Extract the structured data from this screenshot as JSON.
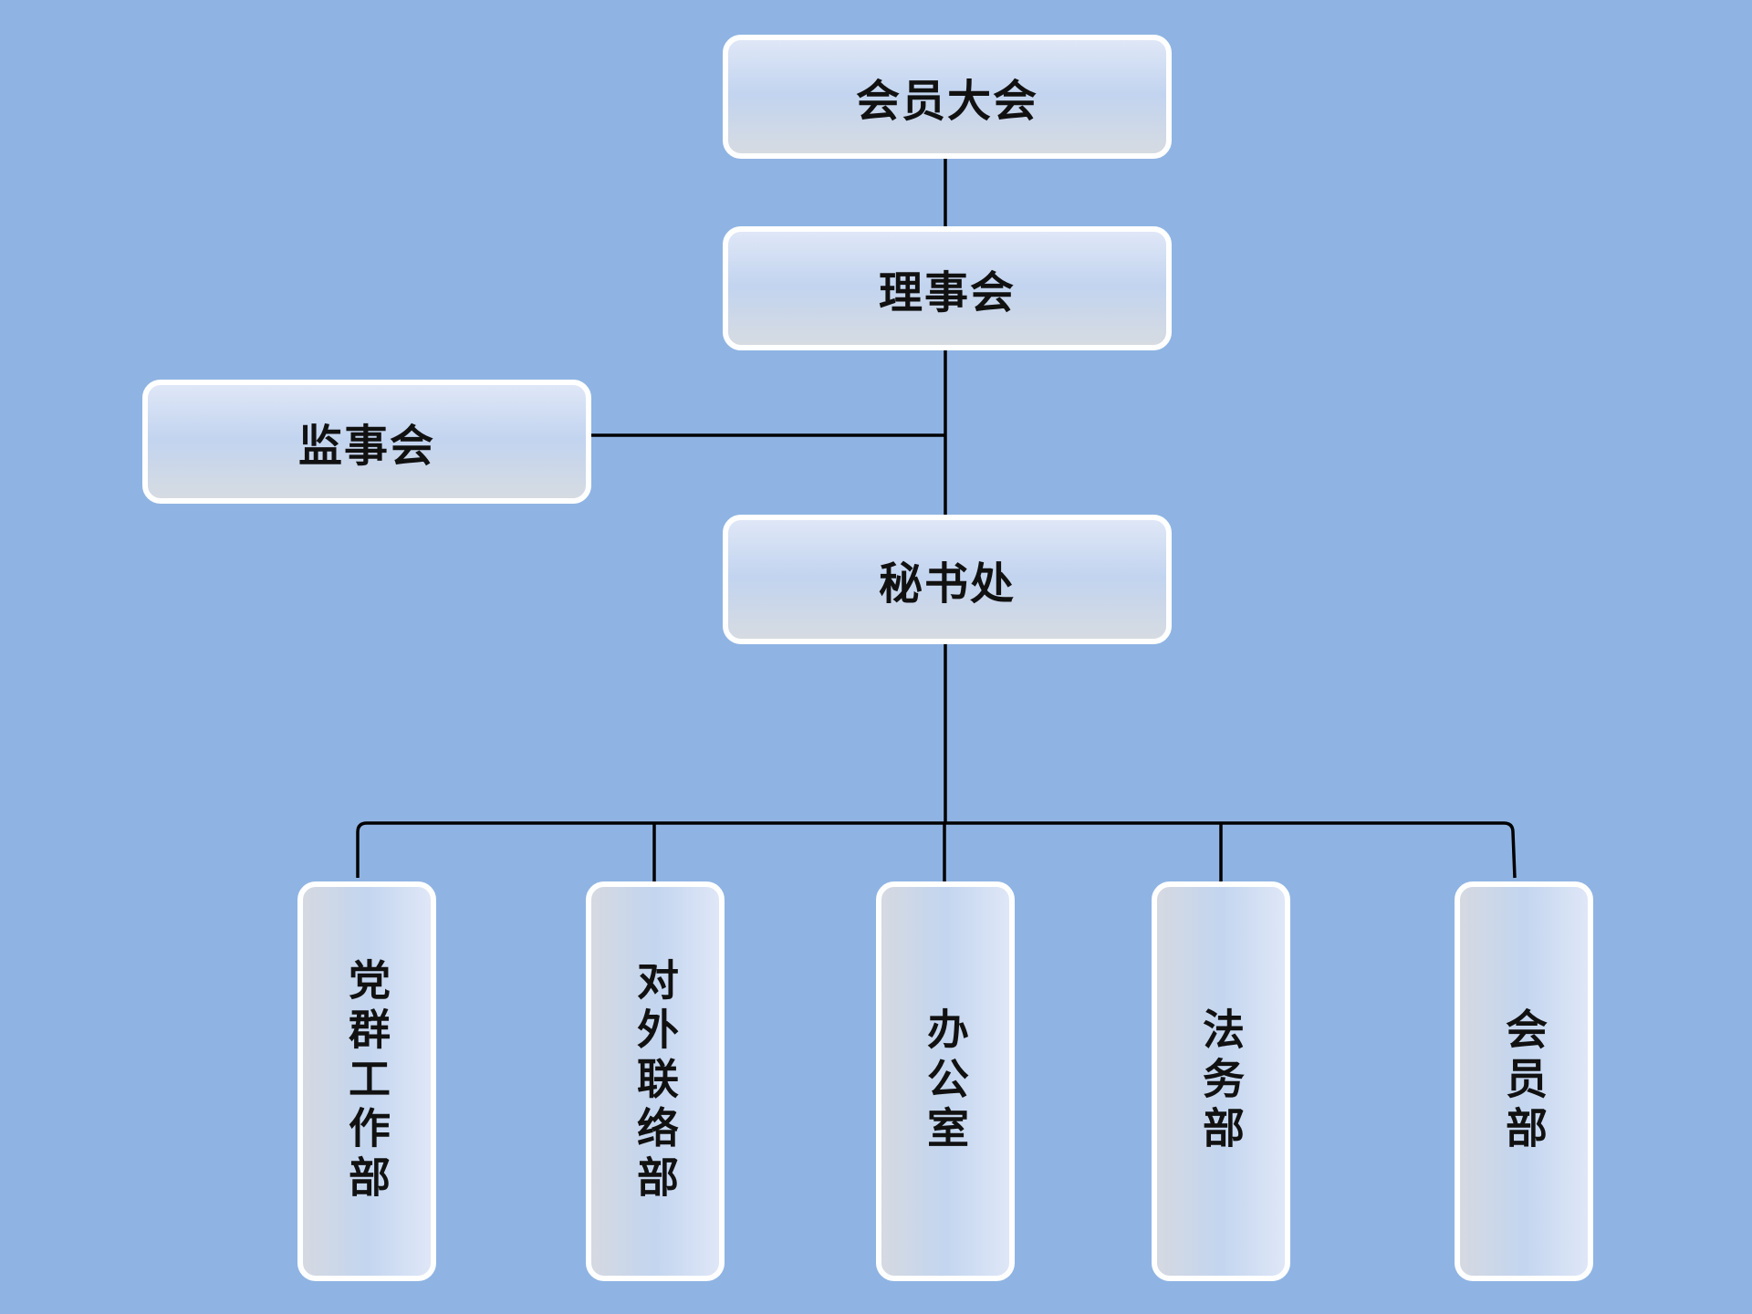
{
  "org_chart": {
    "members_assembly": "会员大会",
    "board_of_directors": "理事会",
    "board_of_supervisors": "监事会",
    "secretariat": "秘书处",
    "departments": [
      "党群工作部",
      "对外联络部",
      "办公室",
      "法务部",
      "会员部"
    ]
  },
  "colors": {
    "background": "#8fb4e3",
    "box_border": "#ffffff",
    "connector": "#000000",
    "text": "#111111"
  }
}
